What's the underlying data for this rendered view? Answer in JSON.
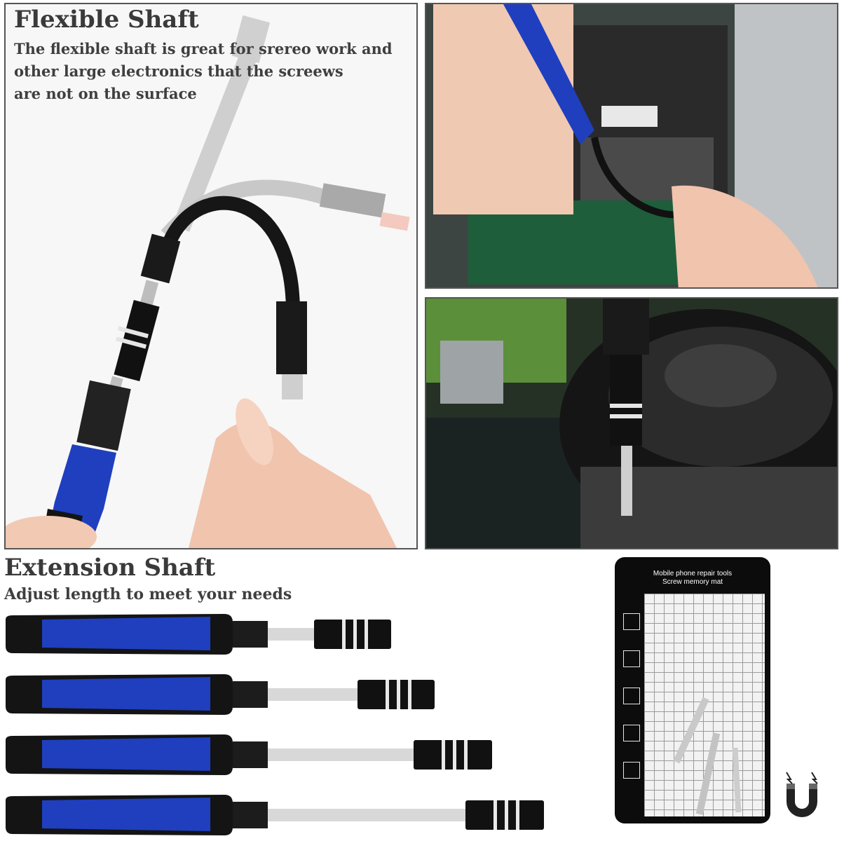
{
  "flexible_shaft": {
    "title": "Flexible Shaft",
    "description_lines": [
      "The flexible shaft is great for srereo work and",
      "other large electronics that the screews",
      "are not on the surface"
    ]
  },
  "extension_shaft": {
    "title": "Extension Shaft",
    "subtitle": "Adjust length to meet your needs"
  },
  "memory_mat": {
    "line1": "Mobile phone repair tools",
    "line2": "Screw memory mat"
  },
  "colors": {
    "handle_blue": "#1f3fbf",
    "handle_black": "#141414",
    "heading_gray": "#3a3a3a",
    "mat_black": "#0c0c0c",
    "pcb_green": "#1e5e3a"
  },
  "icons": [
    "magnet-icon"
  ]
}
